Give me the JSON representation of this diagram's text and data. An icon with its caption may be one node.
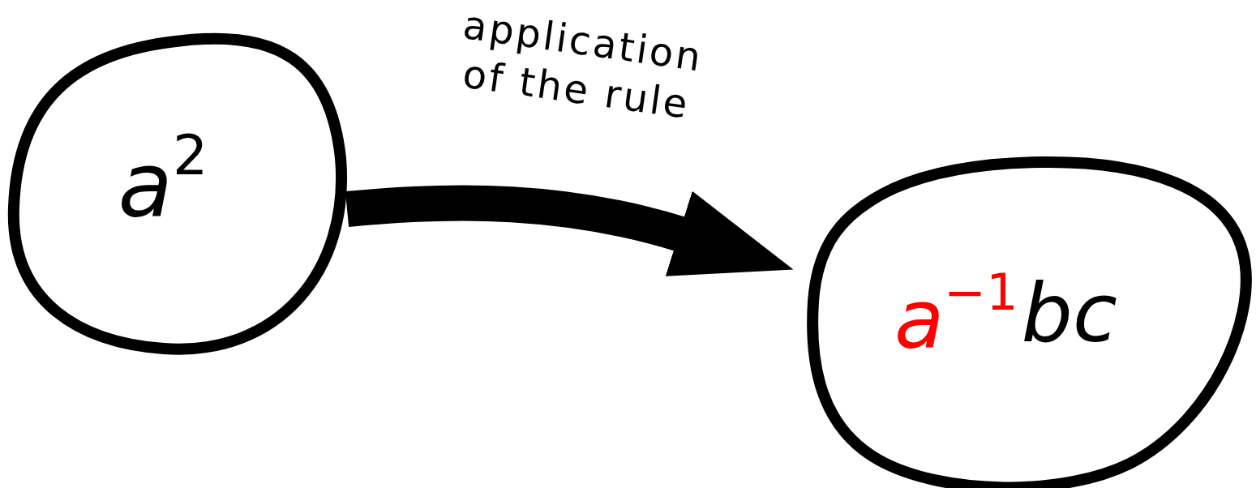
{
  "diagram": {
    "nodes": [
      {
        "text": [
          "*a*$^{2}$"
        ]
      },
      {
        "text": [
          "*a*$^{−1}$",
          "bc"
        ]
      }
    ],
    "edges": [
      {
        "from": 0,
        "to": 1,
        "arrow": "to",
        "label": "application of the rule"
      }
    ]
  }
}
